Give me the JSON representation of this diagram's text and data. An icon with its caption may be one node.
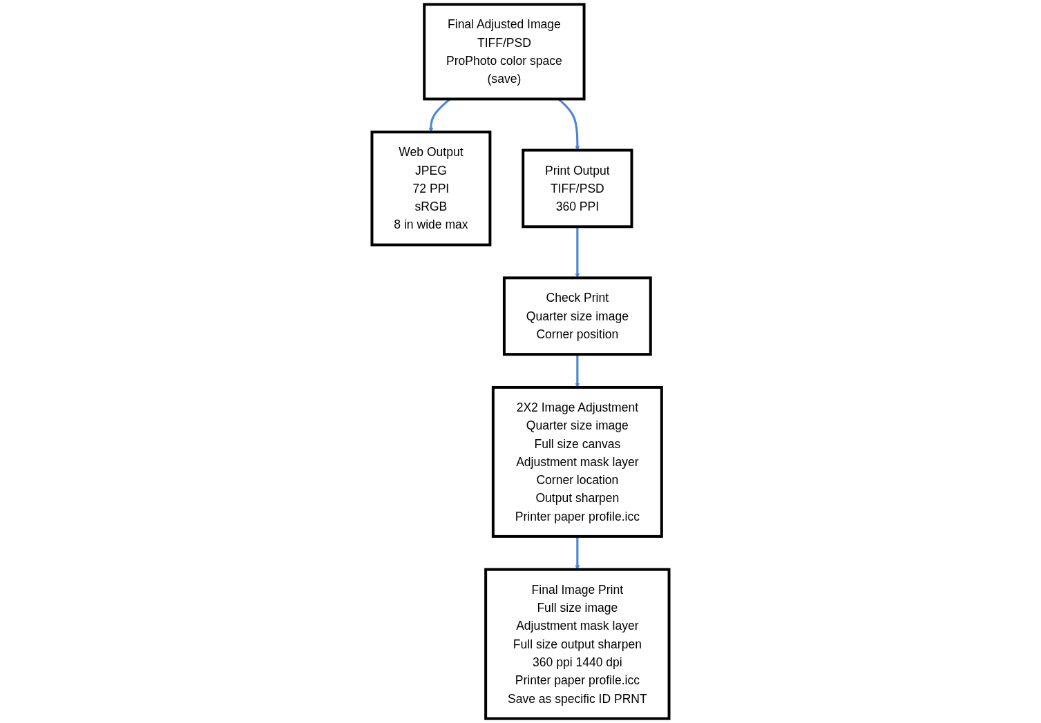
{
  "diagram": {
    "nodes": [
      {
        "text": [
          "Final Adjusted Image",
          "TIFF/PSD",
          "ProPhoto color space",
          "(save)"
        ]
      },
      {
        "text": [
          "Web Output",
          "JPEG",
          "72 PPI",
          "sRGB",
          "8 in wide max"
        ]
      },
      {
        "text": [
          "Print Output",
          "TIFF/PSD",
          "360 PPI"
        ]
      },
      {
        "text": [
          "Check Print",
          "Quarter size image",
          "Corner position"
        ]
      },
      {
        "text": [
          "2X2 Image Adjustment",
          "Quarter size image",
          "Full size canvas",
          "Adjustment mask layer",
          "Corner location",
          "Output sharpen",
          "Printer paper profile.icc"
        ]
      },
      {
        "text": [
          "Final Image Print",
          "Full size image",
          "Adjustment mask layer",
          "Full size output sharpen",
          "360 ppi 1440 dpi",
          "Printer paper profile.icc",
          "Save as specific ID PRNT"
        ]
      }
    ],
    "edges": [
      {
        "from": 0,
        "to": 1,
        "arrow": "to"
      },
      {
        "from": 0,
        "to": 2,
        "arrow": "to"
      },
      {
        "from": 2,
        "to": 3,
        "arrow": "to"
      },
      {
        "from": 3,
        "to": 4,
        "arrow": "to"
      },
      {
        "from": 4,
        "to": 5,
        "arrow": "to"
      }
    ]
  }
}
